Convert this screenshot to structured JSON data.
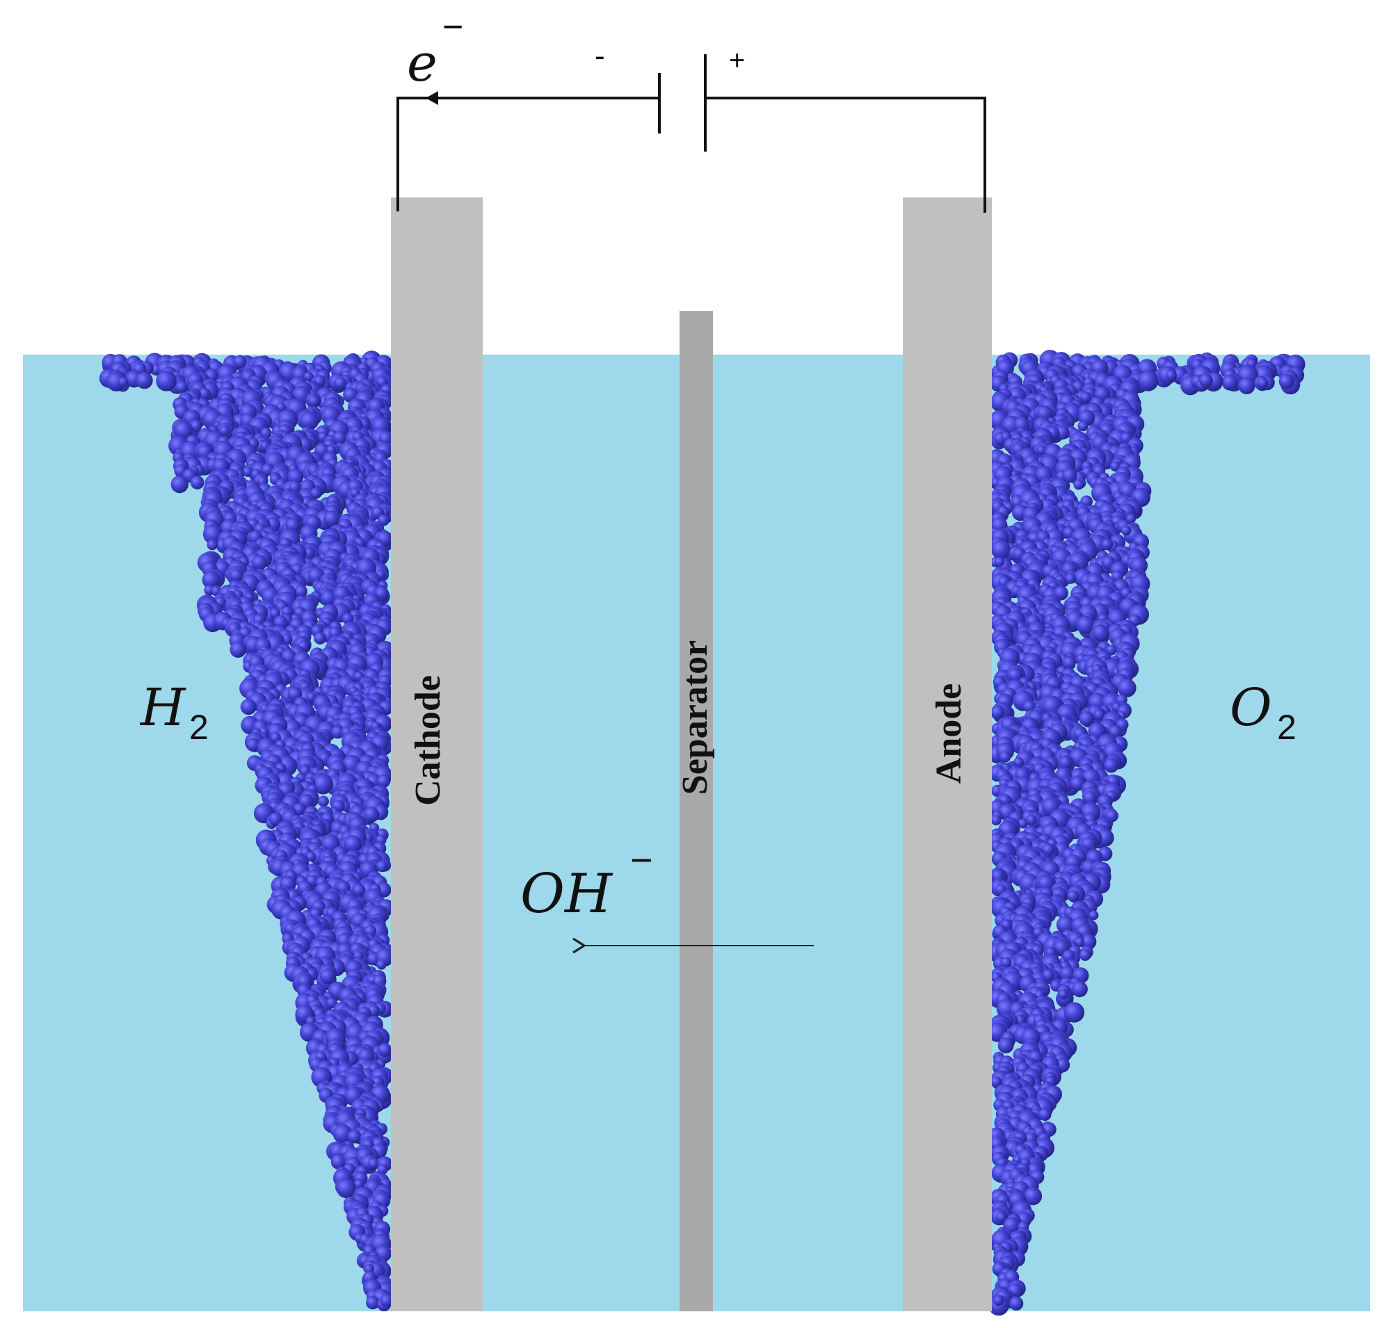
{
  "circuit": {
    "electron": "e",
    "electron_charge": "−",
    "negative_terminal": "-",
    "positive_terminal": "+"
  },
  "electrodes": {
    "cathode": "Cathode",
    "separator": "Separator",
    "anode": "Anode"
  },
  "gases": {
    "hydrogen": "H",
    "hydrogen_subscript": "2",
    "oxygen": "O",
    "oxygen_subscript": "2"
  },
  "ion": {
    "hydroxide": "OH",
    "hydroxide_charge": "−"
  },
  "colors": {
    "electrolyte": "#9dd9ea",
    "electrode": "#c0c0c0",
    "separator": "#a9a9a9",
    "bubble": "#4444c8",
    "wire": "#111111"
  }
}
